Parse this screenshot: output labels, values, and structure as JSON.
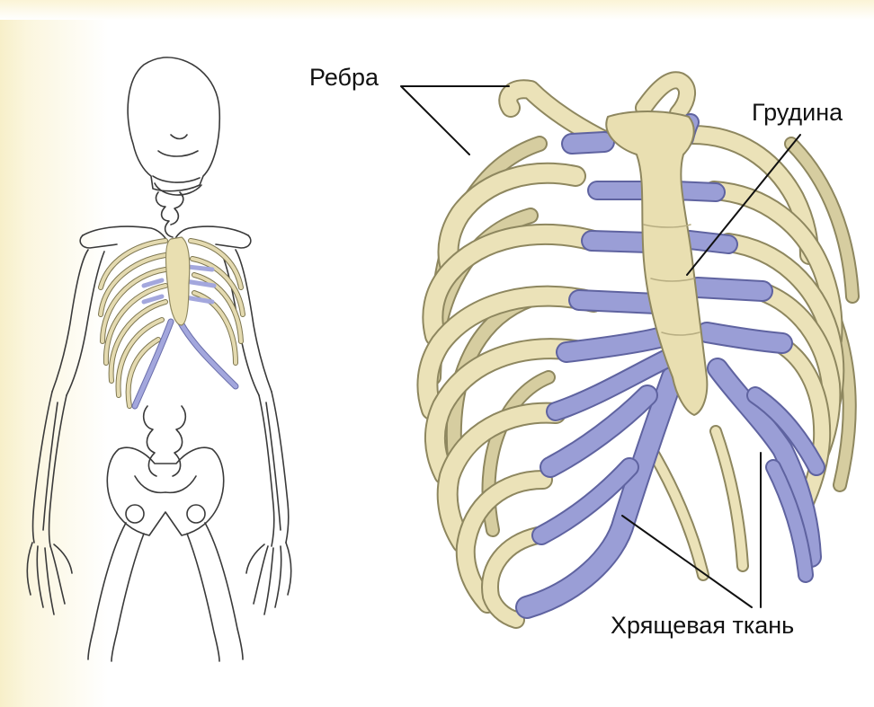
{
  "labels": {
    "ribs": "Ребра",
    "sternum": "Грудина",
    "cartilage": "Хрящевая ткань"
  },
  "colors": {
    "bone": "#e9e0b5",
    "bone_edge": "#8e875f",
    "cartilage": "#9a9ed6",
    "cartilage_edge": "#5f63a0",
    "line": "#111111",
    "outline": "#3a3a3a"
  }
}
